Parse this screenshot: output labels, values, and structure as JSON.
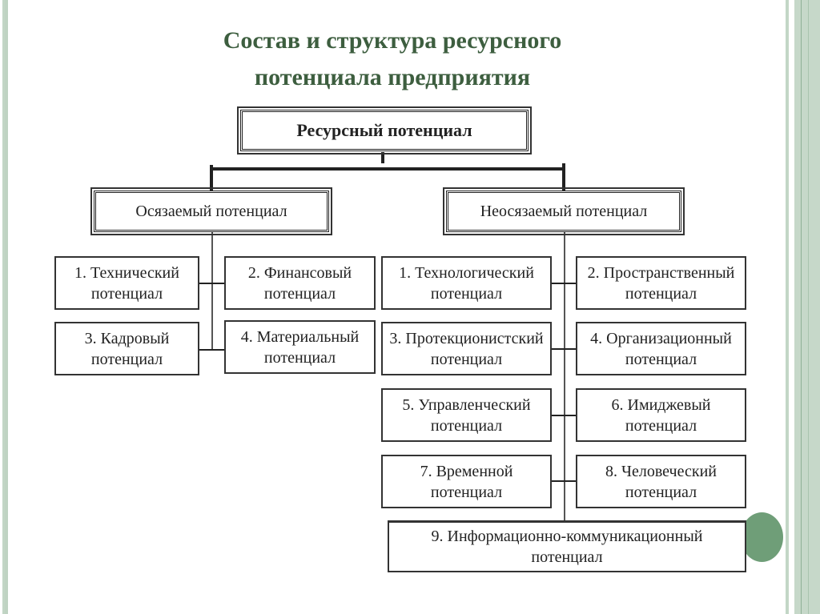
{
  "slide": {
    "title_line1": "Состав и структура ресурсного",
    "title_line2": "потенциала предприятия",
    "accent_color": "#3d5e3f",
    "decor_color": "#6f9e78"
  },
  "diagram": {
    "root": "Ресурсный потенциал",
    "branches": [
      {
        "label": "Осязаемый потенциал",
        "items": [
          {
            "line1": "1. Технический",
            "line2": "потенциал"
          },
          {
            "line1": "2. Финансовый",
            "line2": "потенциал"
          },
          {
            "line1": "3. Кадровый",
            "line2": "потенциал"
          },
          {
            "line1": "4. Материальный",
            "line2": "потенциал"
          }
        ]
      },
      {
        "label": "Неосязаемый потенциал",
        "items": [
          {
            "line1": "1. Технологический",
            "line2": "потенциал"
          },
          {
            "line1": "2. Пространственный",
            "line2": "потенциал"
          },
          {
            "line1": "3. Протекционистский",
            "line2": "потенциал"
          },
          {
            "line1": "4. Организационный",
            "line2": "потенциал"
          },
          {
            "line1": "5. Управленческий",
            "line2": "потенциал"
          },
          {
            "line1": "6. Имиджевый",
            "line2": "потенциал"
          },
          {
            "line1": "7. Временной",
            "line2": "потенциал"
          },
          {
            "line1": "8. Человеческий",
            "line2": "потенциал"
          },
          {
            "line1": "9. Информационно-коммуникационный",
            "line2": "потенциал"
          }
        ]
      }
    ]
  }
}
